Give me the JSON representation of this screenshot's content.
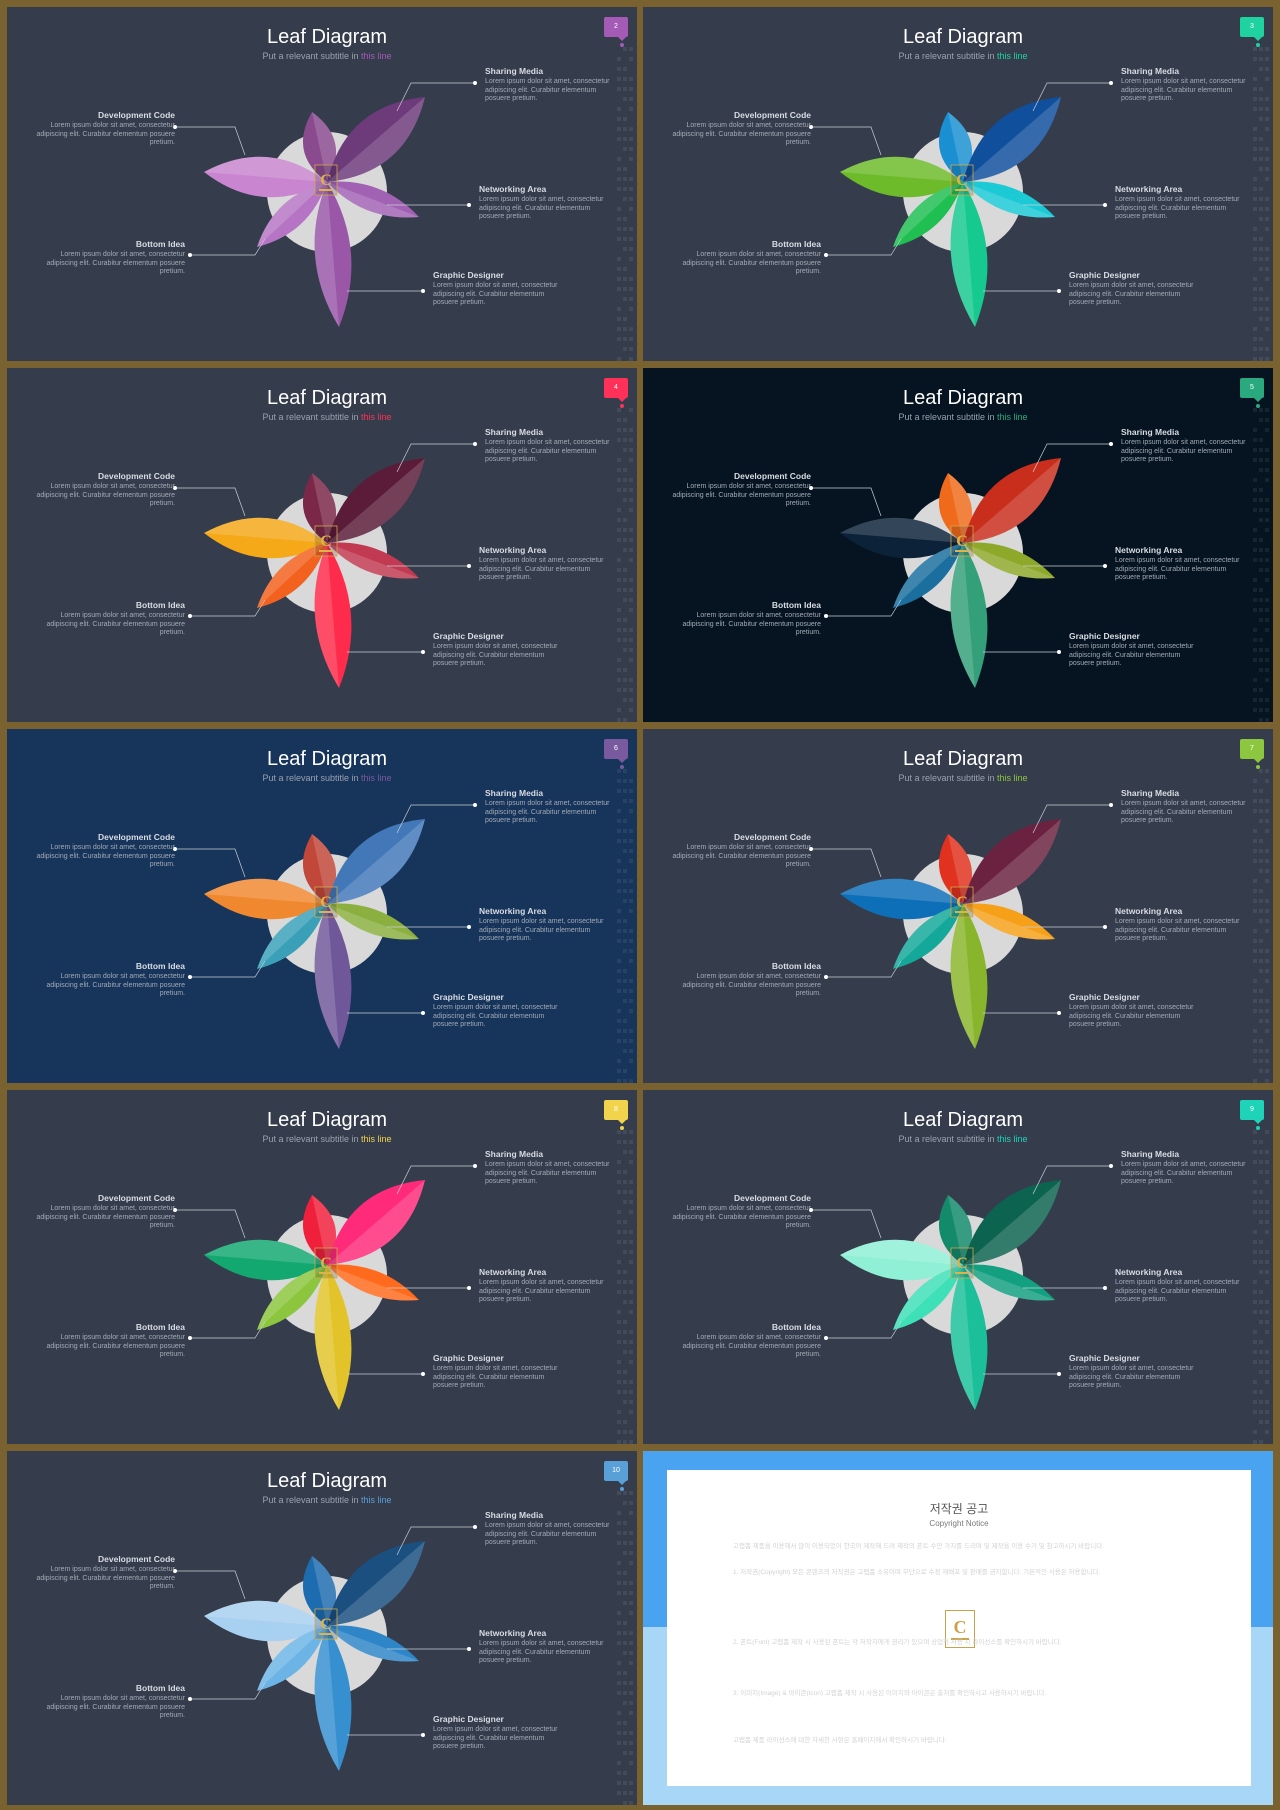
{
  "labels": {
    "sharing": {
      "title": "Sharing Media",
      "body": "Lorem ipsum dolor sit amet, consectetur adipiscing elit. Curabitur elementum posuere pretium."
    },
    "development": {
      "title": "Development Code",
      "body": "Lorem ipsum dolor sit amet, consectetur adipiscing elit. Curabitur elementum posuere pretium."
    },
    "networking": {
      "title": "Networking Area",
      "body": "Lorem ipsum dolor sit amet, consectetur adipiscing elit. Curabitur elementum posuere pretium."
    },
    "bottom": {
      "title": "Bottom Idea",
      "body": "Lorem ipsum dolor sit amet, consectetur adipiscing elit. Curabitur elementum posuere pretium."
    },
    "graphic": {
      "title": "Graphic Designer",
      "body": "Lorem ipsum dolor sit amet, consectetur adipiscing elit. Curabitur elementum posuere pretium."
    }
  },
  "slides": [
    {
      "number": "2",
      "title": "Leaf Diagram",
      "subtitle": "Put a relevant subtitle in ",
      "subtitle_highlight": "this line",
      "bg": "#353d4d",
      "accent": "#a45bb6",
      "leaves": {
        "topleft": "#8a4a8e",
        "topright": "#6d3a7a",
        "left": "#c985cf",
        "right": "#a162b4",
        "bottomleft": "#b575c4",
        "bottom": "#9a57a8"
      }
    },
    {
      "number": "3",
      "title": "Leaf Diagram",
      "subtitle": "Put a relevant subtitle in ",
      "subtitle_highlight": "this line",
      "bg": "#353d4d",
      "accent": "#1ed3a0",
      "leaves": {
        "topleft": "#1a8fd1",
        "topright": "#0f4f9c",
        "left": "#6dbb2a",
        "right": "#1ccad6",
        "bottomleft": "#1fbf52",
        "bottom": "#16c98f"
      }
    },
    {
      "number": "4",
      "title": "Leaf Diagram",
      "subtitle": "Put a relevant subtitle in ",
      "subtitle_highlight": "this line",
      "bg": "#353d4d",
      "accent": "#ff3158",
      "leaves": {
        "topleft": "#7a2748",
        "topright": "#5a1c38",
        "left": "#f5a818",
        "right": "#c23a52",
        "bottomleft": "#f2611e",
        "bottom": "#ff2b4c"
      }
    },
    {
      "number": "5",
      "title": "Leaf Diagram",
      "subtitle": "Put a relevant subtitle in ",
      "subtitle_highlight": "this line",
      "bg": "#051420",
      "accent": "#2aa87e",
      "leaves": {
        "topleft": "#f06a1c",
        "topright": "#c92e1c",
        "left": "#0c2238",
        "right": "#8ea82a",
        "bottomleft": "#1a6f9e",
        "bottom": "#34a07a"
      }
    },
    {
      "number": "6",
      "title": "Leaf Diagram",
      "subtitle": "Put a relevant subtitle in ",
      "subtitle_highlight": "this line",
      "bg": "#17345a",
      "accent": "#7a5a9e",
      "leaves": {
        "topleft": "#c0473a",
        "topright": "#4278b8",
        "left": "#f08830",
        "right": "#8bb040",
        "bottomleft": "#3aa0b8",
        "bottom": "#70579a"
      }
    },
    {
      "number": "7",
      "title": "Leaf Diagram",
      "subtitle": "Put a relevant subtitle in ",
      "subtitle_highlight": "this line",
      "bg": "#353d4d",
      "accent": "#8dc63f",
      "leaves": {
        "topleft": "#e0321e",
        "topright": "#6b2240",
        "left": "#0d6fb8",
        "right": "#f6a01a",
        "bottomleft": "#14a89a",
        "bottom": "#89b52c"
      }
    },
    {
      "number": "8",
      "title": "Leaf Diagram",
      "subtitle": "Put a relevant subtitle in ",
      "subtitle_highlight": "this line",
      "bg": "#353d4d",
      "accent": "#f2d34c",
      "leaves": {
        "topleft": "#f0203c",
        "topright": "#ff2a7a",
        "left": "#12a870",
        "right": "#ff6a1c",
        "bottomleft": "#8cc63e",
        "bottom": "#e2c42a"
      }
    },
    {
      "number": "9",
      "title": "Leaf Diagram",
      "subtitle": "Put a relevant subtitle in ",
      "subtitle_highlight": "this line",
      "bg": "#353d4d",
      "accent": "#1ed3b8",
      "leaves": {
        "topleft": "#138a6a",
        "topright": "#0c6450",
        "left": "#8ff0d6",
        "right": "#13a080",
        "bottomleft": "#3ee0b8",
        "bottom": "#1bc09a"
      }
    },
    {
      "number": "10",
      "title": "Leaf Diagram",
      "subtitle": "Put a relevant subtitle in ",
      "subtitle_highlight": "this line",
      "bg": "#353d4d",
      "accent": "#5aa0d8",
      "leaves": {
        "topleft": "#1e6cb0",
        "topright": "#1a4f80",
        "left": "#a8d0f0",
        "right": "#2e86c8",
        "bottomleft": "#6cb4e6",
        "bottom": "#3690d0"
      }
    }
  ],
  "notice": {
    "title": "저작권 공고",
    "subtitle": "Copyright Notice",
    "paragraphs": [
      "고랩폼 제품을 이용해서 많이 이용되었어 한국어 제작해 드려 제작의 폰트 수만 가지를 드리며 및 제작을 이용 수기 및 참고하시기 바랍니다.",
      "1. 저작권(Copyright) 모든 콘텐츠의 저작권은 고랩폼 소유이며 무단으로 수정 재배포 및 판매를 금지합니다. 기본적인 사용은 허용합니다.",
      "2. 폰트(Font) 고랩폼 제작 시 사용된 폰트는 각 저작자에게 권리가 있으며 상업적 사용 시 라이선스를 확인하시기 바랍니다.",
      "3. 이미지(Image) & 아이콘(Icon) 고랩폼 제작 시 사용된 이미지와 아이콘은 출처를 확인하시고 사용하시기 바랍니다.",
      "고랩폼 제품 라이선스에 대한 자세한 사항은 홈페이지에서 확인하시기 바랍니다."
    ]
  }
}
